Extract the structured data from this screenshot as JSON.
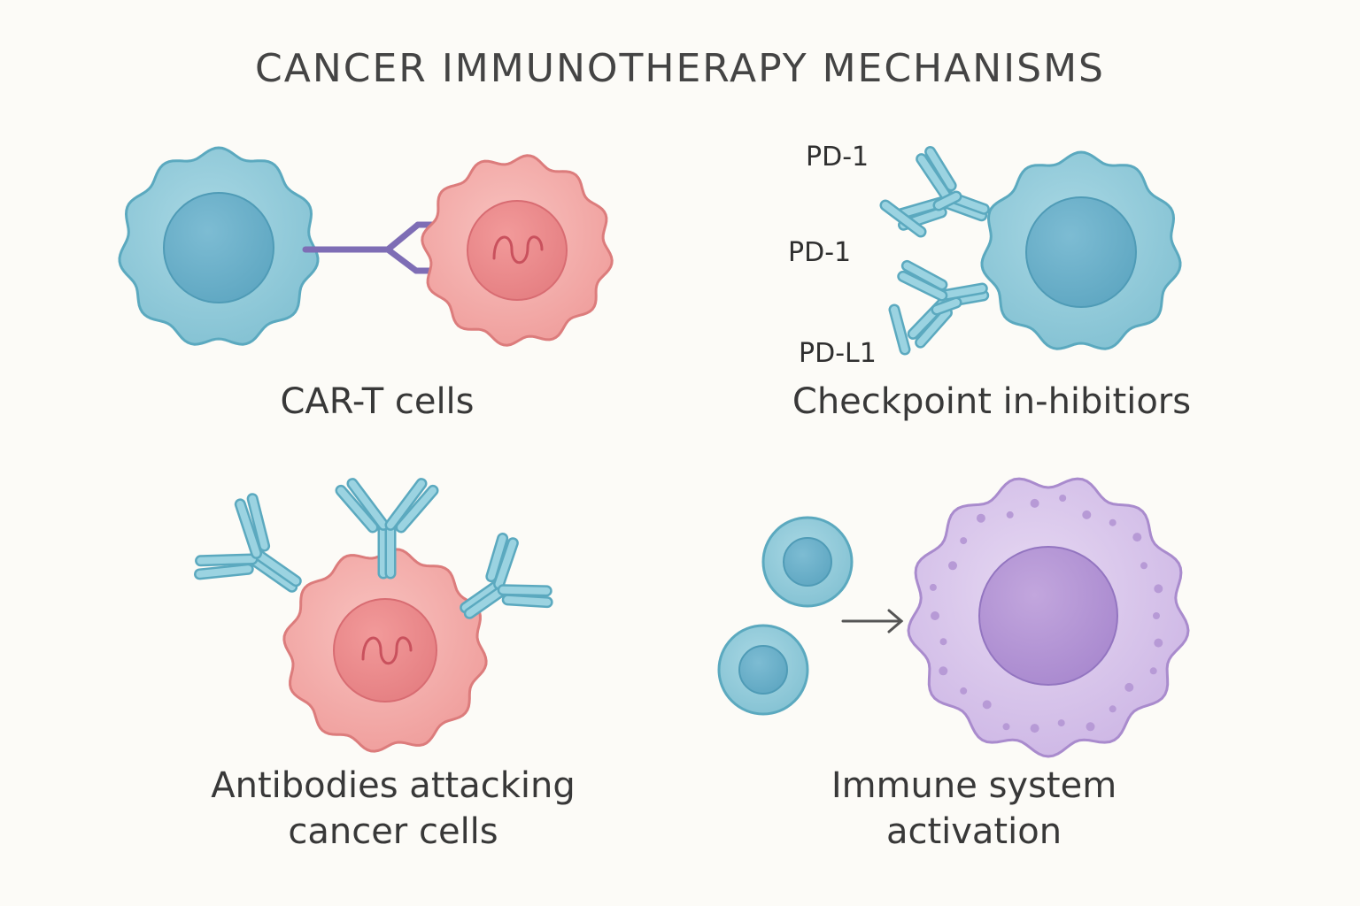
{
  "title": "CANCER IMMUNOTHERAPY MECHANISMS",
  "panels": {
    "car_t": {
      "caption": "CAR-T cells"
    },
    "checkpoint": {
      "caption": "Checkpoint in-hibitiors",
      "labels": [
        "PD-1",
        "PD-1",
        "PD-L1"
      ]
    },
    "antibodies": {
      "caption_line1": "Antibodies attacking",
      "caption_line2": "cancer cells"
    },
    "activation": {
      "caption_line1": "Immune system",
      "caption_line2": "activation"
    }
  },
  "colors": {
    "background": "#fcfbf7",
    "t_cell": "#8fc9d8",
    "t_cell_outline": "#5ba9bf",
    "cancer_cell": "#f2a6a4",
    "cancer_cell_outline": "#dc7c7c",
    "receptor": "#8b7cc0",
    "antibody": "#7cc3d6",
    "activated_cell": "#d9c7ea",
    "activated_outline": "#a98bcd",
    "arrow": "#555555"
  },
  "icons": [
    "t-cell",
    "cancer-cell",
    "car-receptor",
    "antibody",
    "pd1-receptor",
    "activated-immune-cell",
    "arrow-right"
  ]
}
